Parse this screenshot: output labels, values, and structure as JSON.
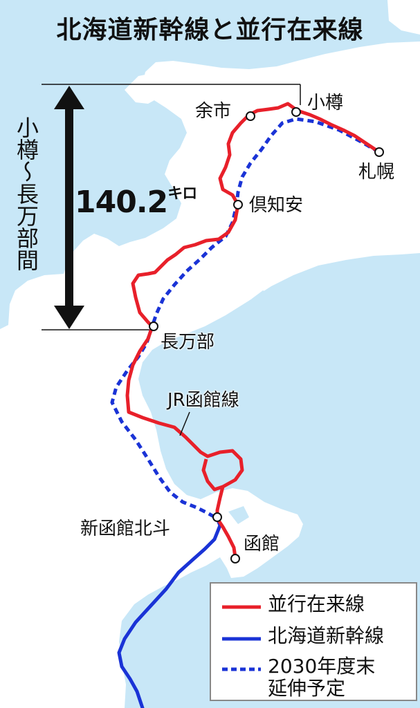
{
  "title": "北海道新幹線と並行在来線",
  "distance": {
    "section_label": "小樽～長万部間",
    "value": "140.2",
    "unit": "キロ"
  },
  "stations": {
    "otaru": "小樽",
    "yoichi": "余市",
    "sapporo": "札幌",
    "kutchan": "倶知安",
    "oshamambe": "長万部",
    "shin_hakodate_hokuto": "新函館北斗",
    "hakodate": "函館"
  },
  "line_label": "JR函館線",
  "legend": [
    {
      "label": "並行在来線",
      "color": "#e8202a",
      "style": "solid"
    },
    {
      "label": "北海道新幹線",
      "color": "#1a33d6",
      "style": "solid"
    },
    {
      "label": "2030年度末\n延伸予定",
      "color": "#1a33d6",
      "style": "dashed"
    }
  ],
  "colors": {
    "sea": "#c8e7f7",
    "land": "#ffffff",
    "red_line": "#e8202a",
    "blue_line": "#1a33d6"
  }
}
